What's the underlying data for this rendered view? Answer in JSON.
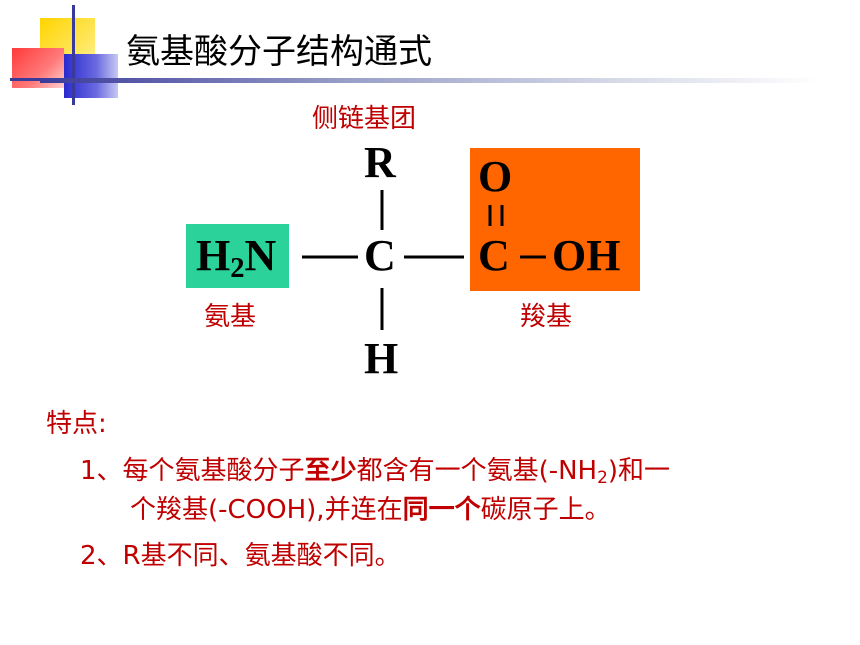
{
  "title": "氨基酸分子结构通式",
  "diagram": {
    "side_chain_label": "侧链基团",
    "r": "R",
    "amino_h": "H",
    "amino_sub": "2",
    "amino_n": "N",
    "alpha_c": "C",
    "h": "H",
    "carbonyl_o": "O",
    "carboxyl_c": "C",
    "oh": "OH",
    "amino_label": "氨基",
    "carboxyl_label": "羧基"
  },
  "notes": {
    "heading": "特点:",
    "item1_prefix": "1、每个氨基酸分子",
    "item1_bold1": "至少",
    "item1_mid": "都含有一个氨基(-NH",
    "item1_sub": "2",
    "item1_end": ")和一",
    "item1_line2_a": "个羧基(-COOH),并连在",
    "item1_bold2": "同一个",
    "item1_line2_end": "碳原子上。",
    "item2": "2、R基不同、氨基酸不同。"
  },
  "colors": {
    "note_text": "#c00000",
    "amino_box": "#2bd29a",
    "carboxyl_box": "#ff6600",
    "deco_yellow": "#ffd400",
    "deco_red": "#ff3a3a",
    "deco_blue": "#2a2ad0"
  }
}
